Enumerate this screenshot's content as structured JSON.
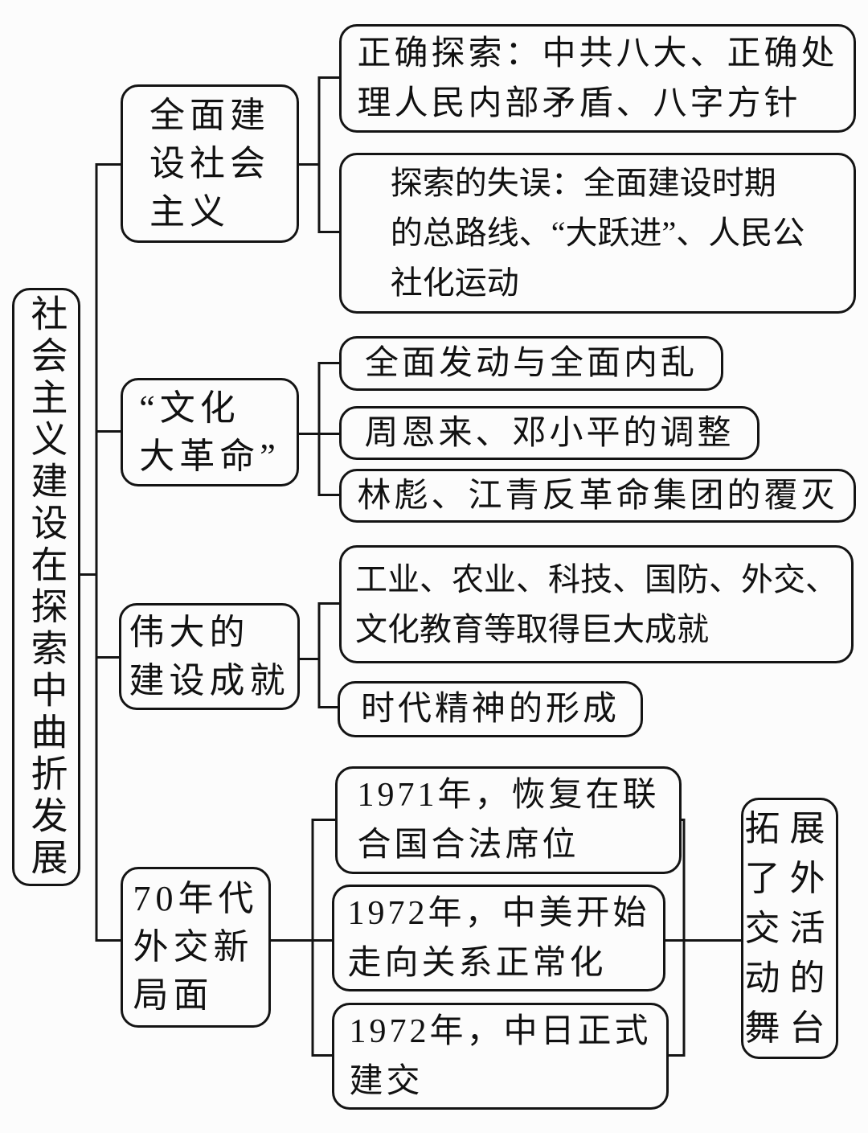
{
  "diagram": {
    "title_root": {
      "label": "社会主义建设在探索中曲折发展"
    },
    "branches": [
      {
        "label": "全面建\n设社会\n主义",
        "children": [
          {
            "label": "正确探索：中共八大、正确处\n理人民内部矛盾、八字方针"
          },
          {
            "label": "探索的失误：全面建设时期\n的总路线、“大跃进”、人民公\n社化运动"
          }
        ]
      },
      {
        "label": "“文化\n大革命”",
        "children": [
          {
            "label": "全面发动与全面内乱"
          },
          {
            "label": "周恩来、邓小平的调整"
          },
          {
            "label": "林彪、江青反革命集团的覆灭"
          }
        ]
      },
      {
        "label": "伟大的\n建设成就",
        "children": [
          {
            "label": "工业、农业、科技、国防、外交、\n文化教育等取得巨大成就"
          },
          {
            "label": "时代精神的形成"
          }
        ]
      },
      {
        "label": "70年代\n外交新\n局面",
        "children": [
          {
            "label": "1971年，恢复在联\n合国合法席位"
          },
          {
            "label": "1972年，中美开始\n走向关系正常化"
          },
          {
            "label": "1972年，中日正式\n建交"
          }
        ]
      }
    ],
    "outcome": {
      "label": "拓展\n了外\n交活\n动的\n舞台"
    }
  },
  "colors": {
    "line": "#141414",
    "text": "#111111",
    "background": "#fcfcfc"
  }
}
